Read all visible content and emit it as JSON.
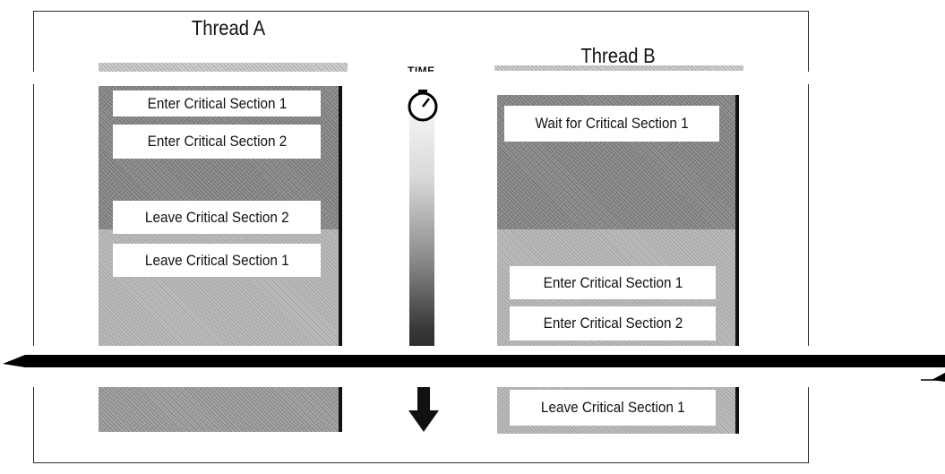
{
  "thread_a": {
    "title": "Thread A",
    "steps": [
      "Enter Critical Section 1",
      "Enter Critical Section 2",
      "Leave Critical Section 2",
      "Leave Critical Section 1"
    ]
  },
  "thread_b": {
    "title": "Thread B",
    "steps": [
      "Wait for Critical Section 1",
      "Enter Critical Section 1",
      "Enter Critical Section 2",
      "Leave Critical Section 1"
    ]
  },
  "timeline": {
    "label": "TIME",
    "icon": "stopwatch-icon",
    "arrow_icon": "arrow-down-icon"
  },
  "colors": {
    "line": "#000000",
    "panel_dark": "#8e8e8e",
    "panel_light": "#bdbdbd",
    "box": "#ffffff"
  }
}
